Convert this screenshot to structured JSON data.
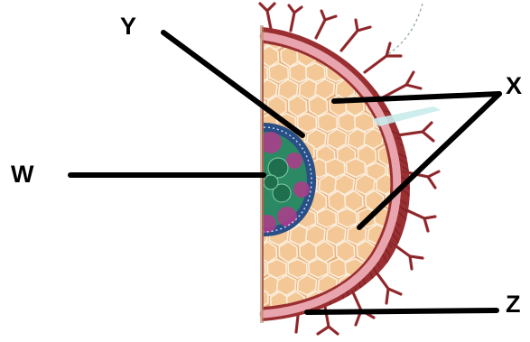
{
  "diagram": {
    "labels": {
      "w": "W",
      "x": "X",
      "y": "Y",
      "z": "Z"
    },
    "colors": {
      "outer_tissue": "#9a2f32",
      "outer_tissue_dark": "#6e1b20",
      "cortex_fill": "#eab27d",
      "cortex_cell": "#f3c896",
      "cell_wall": "#fbeedd",
      "endodermis_band": "#2a4f86",
      "stele_fill": "#2b8a63",
      "phloem": "#b23a8c",
      "exodermis_band": "#e9a5ad",
      "pointer_line": "#000000"
    }
  }
}
